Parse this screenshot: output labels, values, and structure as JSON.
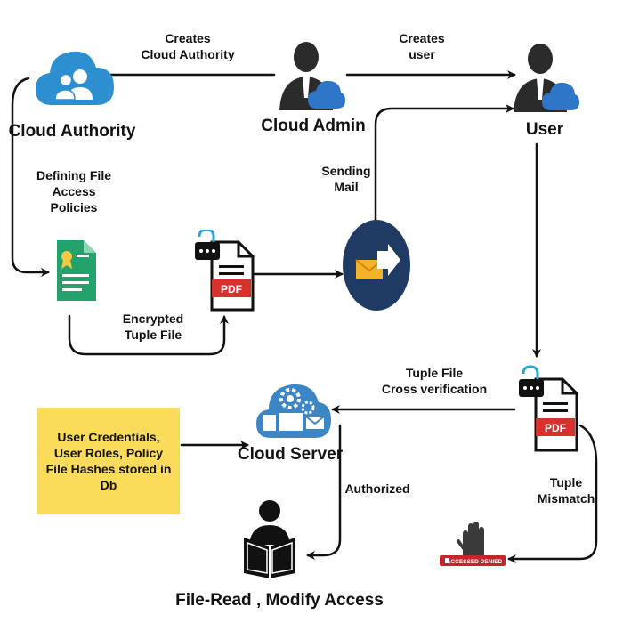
{
  "nodes": {
    "cloud_authority": "Cloud Authority",
    "cloud_admin": "Cloud Admin",
    "user": "User",
    "cloud_server": "Cloud Server",
    "file_access": "File-Read , Modify Access"
  },
  "edges": {
    "creates_authority": [
      "Creates",
      "Cloud Authority"
    ],
    "creates_user": [
      "Creates",
      "user"
    ],
    "defining_policies": [
      "Defining File",
      "Access",
      "Policies"
    ],
    "encrypted_tuple": [
      "Encrypted",
      "Tuple File"
    ],
    "sending_mail": [
      "Sending",
      "Mail"
    ],
    "tuple_cross": [
      "Tuple File",
      "Cross verification"
    ],
    "authorized": "Authorized",
    "tuple_mismatch": [
      "Tuple",
      "Mismatch"
    ]
  },
  "db_note": "User Credentials, User Roles, Policy File Hashes stored in Db",
  "icons": {
    "pdf_label": "PDF",
    "accessed_denied": "ACCESSED DENIED"
  },
  "colors": {
    "cloud_blue": "#2d8fd0",
    "doc_green": "#23a36b",
    "pdf_red": "#d7322b",
    "mail_navy": "#1f3b63",
    "mail_yellow": "#f4b32a",
    "server_blue": "#3d86c6",
    "note_yellow": "#fbdc5a",
    "denied_red": "#c4262e"
  }
}
